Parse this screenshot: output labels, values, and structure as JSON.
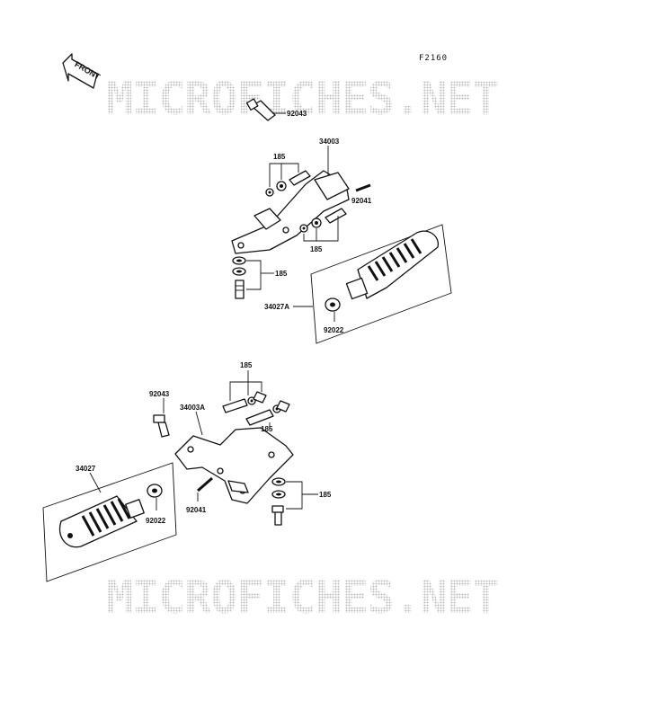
{
  "figure_code": "F2160",
  "front_label": "FRONT",
  "watermark": "MICROFICHES.NET",
  "parts": {
    "bolt_top": "92043",
    "bracket_right": "34003",
    "bolts_right_top": "185",
    "pin_right": "92041",
    "bolts_right_mid": "185",
    "washers_right": "185",
    "step_right": "34027A",
    "washer_right": "92022",
    "bolts_left_top": "185",
    "bolt_left": "92043",
    "bracket_left": "34003A",
    "bolts_left_mid": "185",
    "step_left": "34027",
    "washers_left": "185",
    "pin_left": "92041",
    "washer_left": "92022"
  }
}
